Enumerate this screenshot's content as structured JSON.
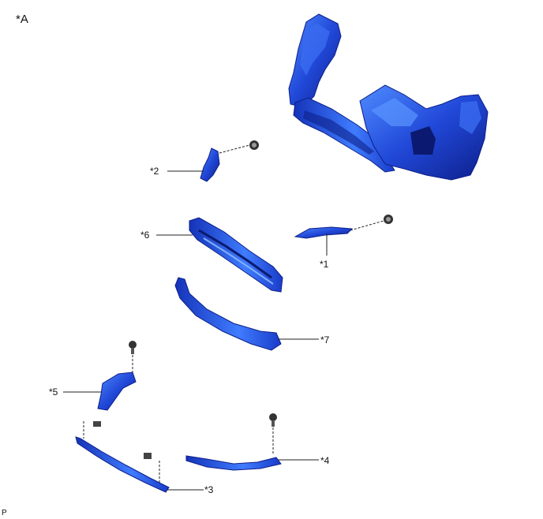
{
  "diagram": {
    "view_label": "*A",
    "corner_code": "P",
    "callouts": {
      "c1": "*1",
      "c2": "*2",
      "c3": "*3",
      "c4": "*4",
      "c5": "*5",
      "c6": "*6",
      "c7": "*7"
    }
  },
  "colors": {
    "part_blue": "#1f3fd0",
    "part_dark": "#0d1f8a",
    "part_light": "#4f8cff",
    "line": "#222222"
  }
}
